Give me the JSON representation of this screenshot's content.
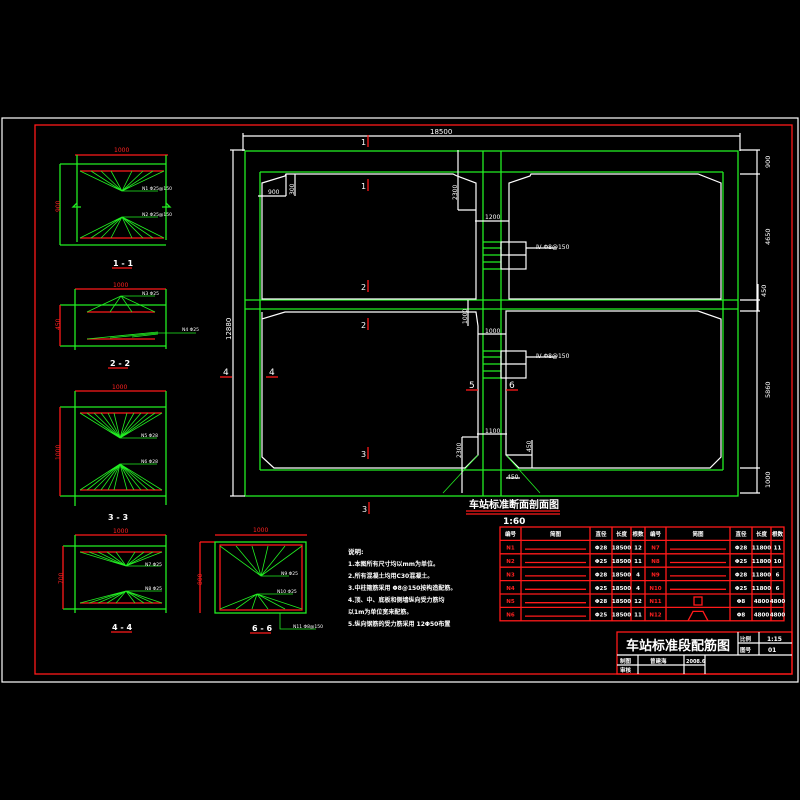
{
  "drawing": {
    "title": "车站标准段配筋图",
    "scale_label": "比例",
    "scale_value": "1:15",
    "sheet_label": "图号",
    "sheet_value": "01",
    "drawn_label": "制图",
    "drawn_by": "曾建海",
    "date": "2008.6",
    "check_label": "审核"
  },
  "main_section": {
    "title": "车站标准断面剖面图",
    "scale": "1:60",
    "dims": {
      "total_width": "18500",
      "total_height": "12880",
      "top_slab": "900",
      "upper_clear": "4650",
      "mid_slab": "450",
      "lower_clear": "5860",
      "bottom_slab": "1000",
      "haunch_w": "900",
      "haunch_h": "300",
      "col_top_h": "2300",
      "col_top_w": "1200",
      "col_mid_h": "1000",
      "col_mid_w": "1000",
      "col_bot_w": "1100",
      "col_bot_h": "2300",
      "bot_haunch_h": "450",
      "bot_haunch_w": "450"
    },
    "section_marks": {
      "m1": "1",
      "m2": "2",
      "m3": "3",
      "m4": "4",
      "m5": "5",
      "m6": "6"
    },
    "callout_upper": "Ⅳ Φ8@150",
    "callout_lower": "Ⅳ Φ8@150"
  },
  "details": [
    {
      "label": "1 - 1",
      "width": "1000",
      "height": "900",
      "top_tag": "N1 Φ25@150",
      "bot_tag": "N2 Φ25@150"
    },
    {
      "label": "2 - 2",
      "width": "1000",
      "height": "450",
      "top_tag": "N3 Φ25",
      "bot_tag": "N4 Φ25"
    },
    {
      "label": "3 - 3",
      "width": "1000",
      "height": "1000",
      "top_tag": "N5 Φ28",
      "bot_tag": "N6 Φ28"
    },
    {
      "label": "4 - 4",
      "width": "1000",
      "height": "700",
      "top_tag": "N7 Φ25",
      "bot_tag": "N8 Φ25"
    },
    {
      "label": "6 - 6",
      "width": "1000",
      "height": "800",
      "top_tag": "N9 Φ25",
      "bot_tag": "N10 Φ25",
      "side_tag": "N11 Φ8@150"
    }
  ],
  "notes": {
    "heading": "说明:",
    "lines": [
      "1.本图所有尺寸均以mm为单位。",
      "2.所有混凝土均用C30混凝土。",
      "3.中柱箍筋采用 Φ8@150按构造配筋。",
      "4.顶、中、底板和侧墙纵向受力筋均",
      "  以1m为单位宽来配筋。",
      "5.纵向钢筋的受力筋采用 12Φ50布置"
    ]
  },
  "rebar_table": {
    "headers": [
      "编号",
      "简图",
      "直径",
      "长度",
      "根数",
      "编号",
      "简图",
      "直径",
      "长度",
      "根数"
    ],
    "rows": [
      [
        "N1",
        "",
        "Φ28",
        "18500",
        "12",
        "N7",
        "",
        "Φ28",
        "11800",
        "11"
      ],
      [
        "N2",
        "",
        "Φ25",
        "18500",
        "11",
        "N8",
        "",
        "Φ25",
        "11800",
        "10"
      ],
      [
        "N3",
        "",
        "Φ28",
        "18500",
        "4",
        "N9",
        "",
        "Φ28",
        "11800",
        "6"
      ],
      [
        "N4",
        "",
        "Φ25",
        "18500",
        "4",
        "N10",
        "",
        "Φ25",
        "11800",
        "6"
      ],
      [
        "N5",
        "",
        "Φ28",
        "18500",
        "12",
        "N11",
        "",
        "Φ8",
        "4800",
        "4800"
      ],
      [
        "N6",
        "",
        "Φ25",
        "18500",
        "11",
        "N12",
        "",
        "Φ8",
        "4800",
        "4800"
      ]
    ]
  }
}
